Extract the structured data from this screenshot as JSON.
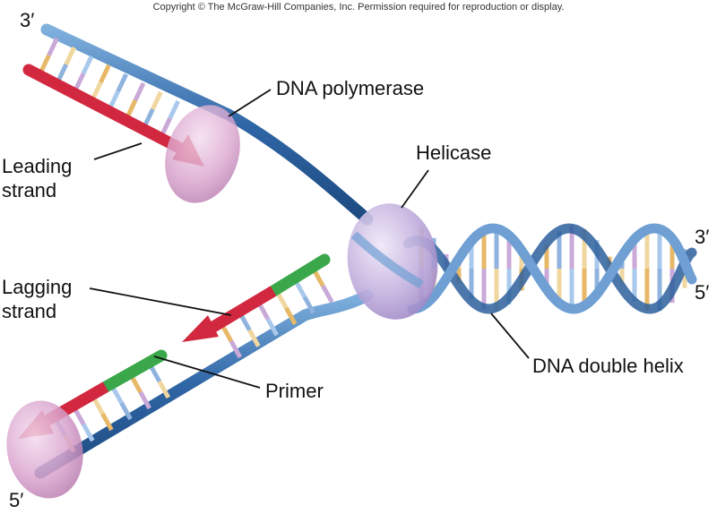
{
  "copyright": "Copyright © The McGraw-Hill Companies, Inc. Permission required for reproduction or display.",
  "labels": {
    "dna_polymerase": "DNA polymerase",
    "helicase": "Helicase",
    "leading_strand": [
      "Leading",
      "strand"
    ],
    "lagging_strand": [
      "Lagging",
      "strand"
    ],
    "primer": "Primer",
    "dna_double_helix": "DNA double helix"
  },
  "ends": {
    "top_left": "3′",
    "bottom_left": "5′",
    "right_top": "3′",
    "right_bottom": "5′"
  },
  "colors": {
    "template_strand": "#2f66a6",
    "new_strand": "#d2283f",
    "primer": "#3aa84a",
    "enzyme": "#c9b7e0",
    "polymerase_bottom": "#d9a2cc",
    "helix_blue": "#4f86c0"
  }
}
